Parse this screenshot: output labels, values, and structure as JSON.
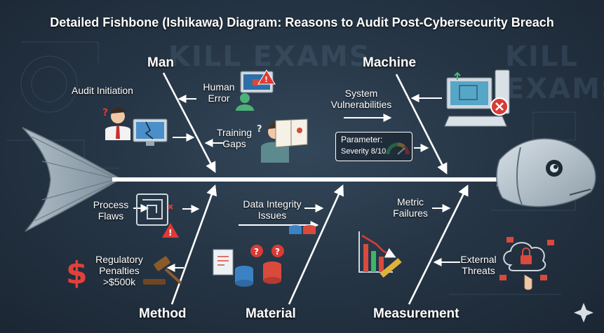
{
  "diagram": {
    "title": "Detailed Fishbone (Ishikawa) Diagram: Reasons to Audit Post-Cybersecurity Breach",
    "watermark": "KILL EXAMS",
    "categories": {
      "man": "Man",
      "machine": "Machine",
      "method": "Method",
      "material": "Material",
      "measurement": "Measurement"
    },
    "causes": {
      "audit_initiation": "Audit Initiation",
      "human_error": [
        "Human",
        "Error"
      ],
      "training_gaps": [
        "Training",
        "Gaps"
      ],
      "system_vulnerabilities": [
        "System",
        "Vulnerabilities"
      ],
      "parameter_title": "Parameter:",
      "parameter_value": "Severity 8/10",
      "process_flaws": [
        "Process",
        "Flaws"
      ],
      "regulatory_penalties": [
        "Regulatory",
        "Penalties",
        ">$500k"
      ],
      "data_integrity": [
        "Data Integrity",
        "Issues"
      ],
      "metric_failures": [
        "Metric",
        "Failures"
      ],
      "external_threats": [
        "External",
        "Threats"
      ]
    },
    "icons": {
      "man": [
        "confused-person-icon",
        "warning-laptop-icon",
        "studying-person-icon"
      ],
      "machine": [
        "computer-error-icon",
        "severity-gauge-icon"
      ],
      "method": [
        "maze-process-icon",
        "dollar-sign-icon",
        "gavel-icon"
      ],
      "material": [
        "documents-database-icon"
      ],
      "measurement": [
        "declining-chart-icon",
        "cloud-lock-icon"
      ]
    },
    "colors": {
      "background": "#263646",
      "spine": "#ffffff",
      "fish": "#c9d4dc",
      "warning": "#e03a35",
      "text": "#ffffff"
    }
  }
}
